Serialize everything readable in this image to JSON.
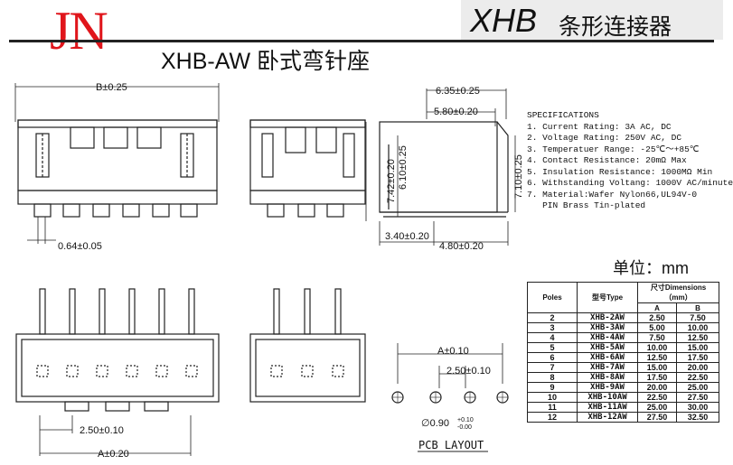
{
  "header": {
    "logo": "JN",
    "series_title": "XHB",
    "series_subtitle": "条形连接器",
    "model_title": "XHB-AW 卧式弯针座",
    "unit_label": "单位：mm"
  },
  "dimensions": {
    "b_width": "B±0.25",
    "pin_width": "0.64±0.05",
    "d1": "6.35±0.25",
    "d2": "5.80±0.20",
    "h1": "7.42±0.20",
    "h2": "6.10±0.25",
    "h3": "7.10±0.25",
    "b1": "3.40±0.20",
    "b2": "4.80±0.20",
    "pitch_bottom": "2.50±0.10",
    "a_bottom": "A±0.20",
    "a_pcb": "A±0.10",
    "pitch_pcb": "2.50±0.10",
    "hole": "∅0.90",
    "hole_tol_plus": "+0.10",
    "hole_tol_minus": "-0.00",
    "pcb_layout": "PCB LAYOUT"
  },
  "specifications": {
    "title": "SPECIFICATIONS",
    "items": [
      "1. Current Rating: 3A AC, DC",
      "2. Voltage Rating: 250V AC, DC",
      "3. Temperatuer Range: -25℃～+85℃",
      "4. Contact Resistance: 20mΩ Max",
      "5. Insulation Resistance: 1000MΩ Min",
      "6. Withstanding Voltang: 1000V AC/minute",
      "7. Material:Wafer Nylon66,UL94V-0",
      "   PIN Brass Tin-plated"
    ]
  },
  "table": {
    "headers": {
      "poles": "Poles",
      "type": "型号Type",
      "dimensions": "尺寸Dimensions（mm）",
      "a": "A",
      "b": "B"
    },
    "rows": [
      {
        "poles": "2",
        "type": "XHB-2AW",
        "a": "2.50",
        "b": "7.50"
      },
      {
        "poles": "3",
        "type": "XHB-3AW",
        "a": "5.00",
        "b": "10.00"
      },
      {
        "poles": "4",
        "type": "XHB-4AW",
        "a": "7.50",
        "b": "12.50"
      },
      {
        "poles": "5",
        "type": "XHB-5AW",
        "a": "10.00",
        "b": "15.00"
      },
      {
        "poles": "6",
        "type": "XHB-6AW",
        "a": "12.50",
        "b": "17.50"
      },
      {
        "poles": "7",
        "type": "XHB-7AW",
        "a": "15.00",
        "b": "20.00"
      },
      {
        "poles": "8",
        "type": "XHB-8AW",
        "a": "17.50",
        "b": "22.50"
      },
      {
        "poles": "9",
        "type": "XHB-9AW",
        "a": "20.00",
        "b": "25.00"
      },
      {
        "poles": "10",
        "type": "XHB-10AW",
        "a": "22.50",
        "b": "27.50"
      },
      {
        "poles": "11",
        "type": "XHB-11AW",
        "a": "25.00",
        "b": "30.00"
      },
      {
        "poles": "12",
        "type": "XHB-12AW",
        "a": "27.50",
        "b": "32.50"
      }
    ]
  },
  "colors": {
    "logo": "#e0151b",
    "ink": "#111111",
    "banner": "#ececec"
  }
}
